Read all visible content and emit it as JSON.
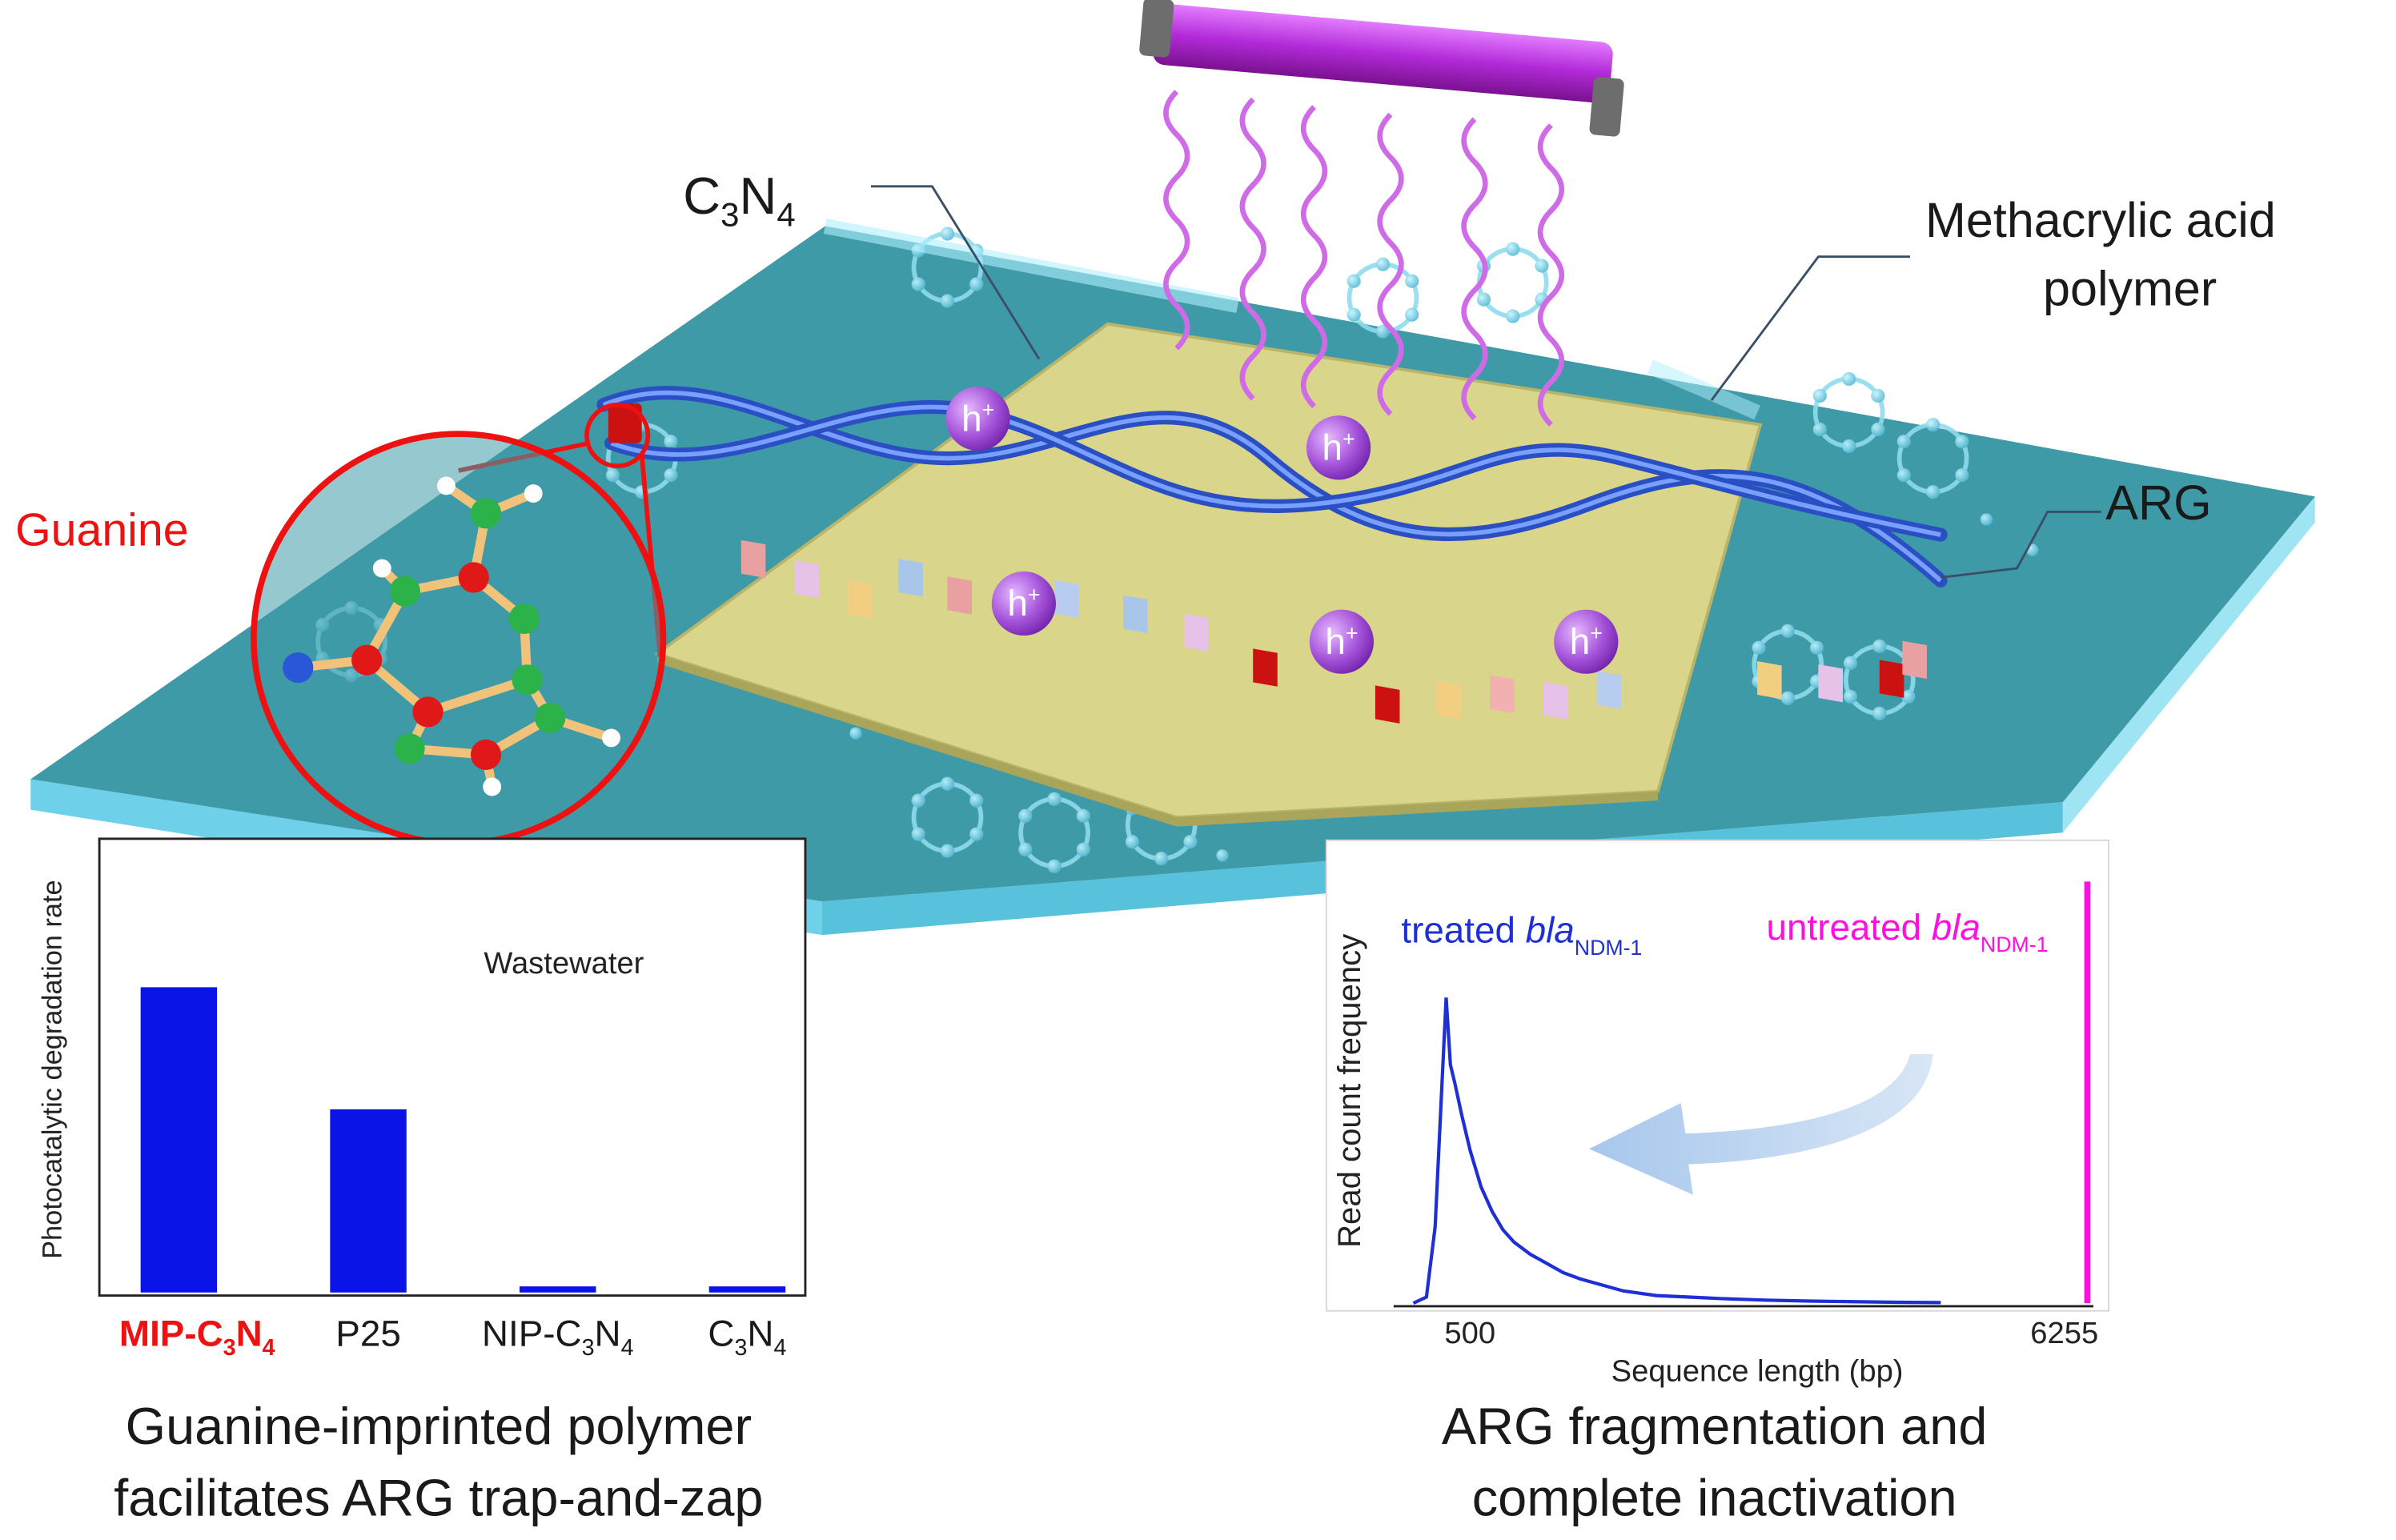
{
  "labels": {
    "c3n4": "C3N4",
    "methacrylic_line1": "Methacrylic acid",
    "methacrylic_line2": "polymer",
    "arg": "ARG",
    "guanine": "Guanine",
    "hole": "h+"
  },
  "captions": {
    "left_line1": "Guanine-imprinted polymer",
    "left_line2": "facilitates ARG trap-and-zap",
    "right_line1": "ARG fragmentation and",
    "right_line2": "complete inactivation"
  },
  "colors": {
    "substrate_top": "#3f9aa7",
    "substrate_edge": "#7fd8ee",
    "c3n4_film": "#d9d58a",
    "dna_backbone": "#3a62d8",
    "hole_purple": "#a24fd8",
    "uv_lamp": "#b22ad8",
    "guanine_red": "#ee1111",
    "bar_blue": "#0a14e6",
    "trace_blue": "#1f2fd6",
    "untreated_magenta": "#ff10e0"
  },
  "chart_data": [
    {
      "type": "bar",
      "ylabel": "Photocatalytic degradation rate",
      "annotation": "Wastewater",
      "categories": [
        "MIP-C3N4",
        "P25",
        "NIP-C3N4",
        "C3N4"
      ],
      "highlight_category": "MIP-C3N4",
      "values": [
        1.0,
        0.6,
        0.02,
        0.02
      ],
      "ylim": [
        0,
        1.4
      ]
    },
    {
      "type": "line",
      "xlabel": "Sequence length (bp)",
      "ylabel": "Read count frequency",
      "x_ticks": [
        "500",
        "6255"
      ],
      "series": [
        {
          "name": "treated blaNDM-1",
          "x": [
            180,
            300,
            380,
            440,
            480,
            520,
            560,
            620,
            700,
            800,
            900,
            1000,
            1100,
            1250,
            1400,
            1550,
            1700,
            1900,
            2100,
            2400,
            2700,
            3000,
            3400,
            3800,
            4200,
            4600,
            5000
          ],
          "y": [
            0.0,
            0.02,
            0.25,
            0.7,
            1.0,
            0.78,
            0.72,
            0.62,
            0.5,
            0.38,
            0.3,
            0.24,
            0.2,
            0.16,
            0.13,
            0.1,
            0.08,
            0.06,
            0.04,
            0.025,
            0.02,
            0.015,
            0.01,
            0.007,
            0.005,
            0.003,
            0.002
          ]
        },
        {
          "name": "untreated blaNDM-1",
          "x": [
            6255
          ],
          "y": [
            1.2
          ]
        }
      ]
    }
  ]
}
